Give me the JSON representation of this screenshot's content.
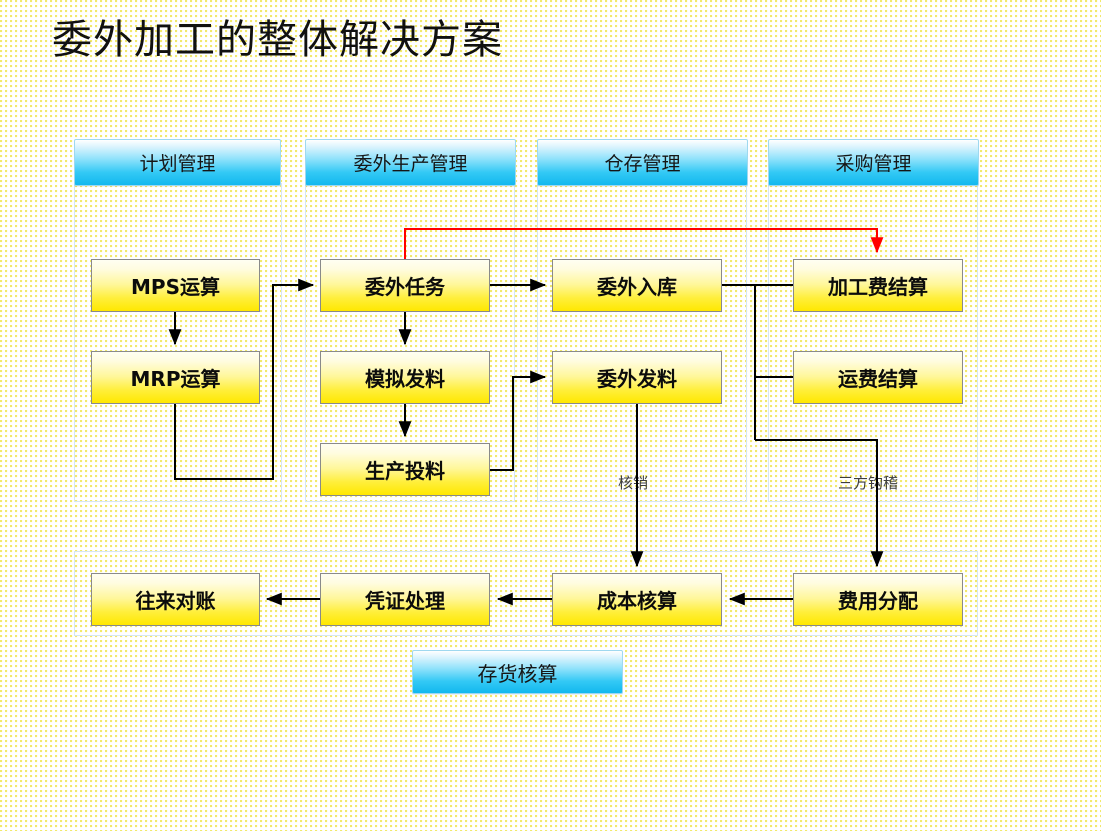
{
  "title": "委外加工的整体解决方案",
  "columns": [
    {
      "id": "plan",
      "header": "计划管理"
    },
    {
      "id": "production",
      "header": "委外生产管理"
    },
    {
      "id": "warehouse",
      "header": "仓存管理"
    },
    {
      "id": "purchase",
      "header": "采购管理"
    }
  ],
  "nodes": [
    {
      "id": "mps",
      "label": "MPS运算"
    },
    {
      "id": "mrp",
      "label": "MRP运算"
    },
    {
      "id": "task",
      "label": "委外任务"
    },
    {
      "id": "sim_issue",
      "label": "模拟发料"
    },
    {
      "id": "prod_issue",
      "label": "生产投料"
    },
    {
      "id": "stock_in",
      "label": "委外入库"
    },
    {
      "id": "out_issue",
      "label": "委外发料"
    },
    {
      "id": "fee_settle",
      "label": "加工费结算"
    },
    {
      "id": "freight",
      "label": "运费结算"
    },
    {
      "id": "recon",
      "label": "往来对账"
    },
    {
      "id": "voucher",
      "label": "凭证处理"
    },
    {
      "id": "cost",
      "label": "成本核算"
    },
    {
      "id": "alloc",
      "label": "费用分配"
    }
  ],
  "footer_node": {
    "id": "inventory_acct",
    "label": "存货核算"
  },
  "edge_labels": [
    {
      "id": "writeoff",
      "label": "核销"
    },
    {
      "id": "three-way",
      "label": "三方钩稽"
    }
  ],
  "colors": {
    "background": "#ffffff",
    "dots": "#f2e96b",
    "box_fill_top": "#fffef2",
    "box_fill_bottom": "#ffe800",
    "box_border": "#8a8a8a",
    "header_blue": "#12b8ee",
    "connector": "#000000",
    "highlight_connector": "#ff0000",
    "panel_border": "#d6e6f2",
    "title_text": "#111111"
  }
}
